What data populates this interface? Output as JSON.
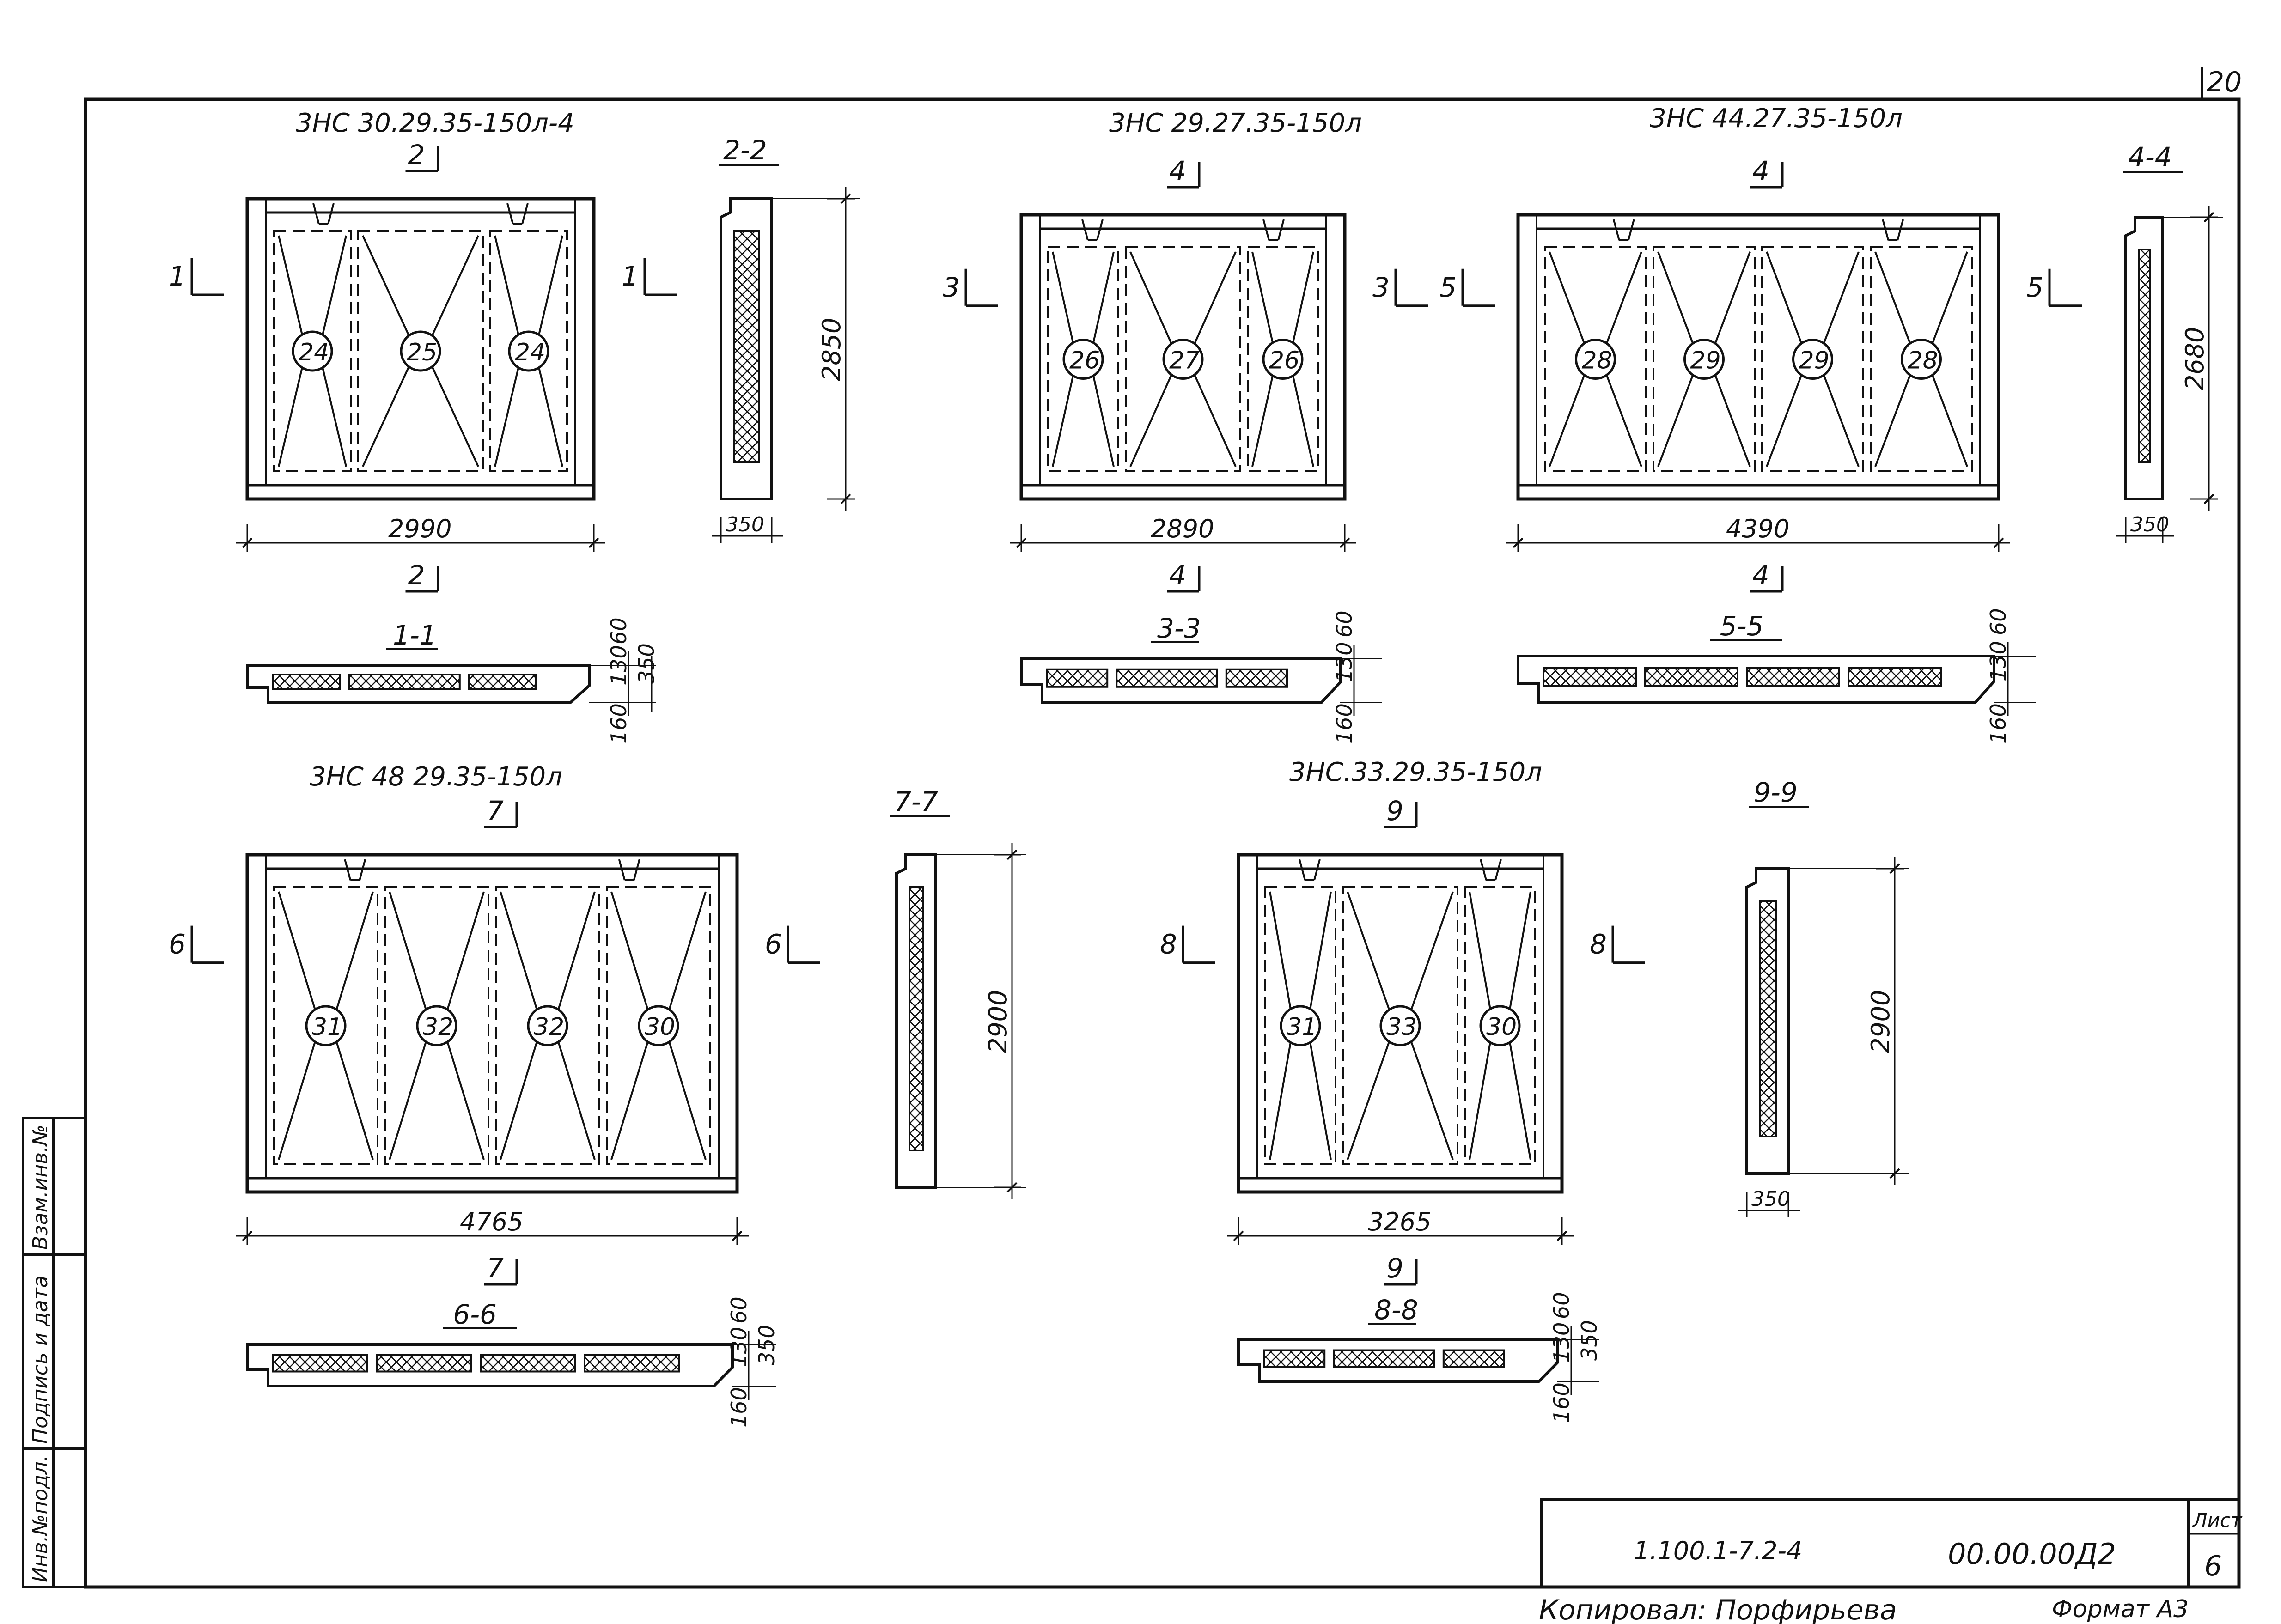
{
  "sheet": {
    "corner_number": "20",
    "code": "1.100.1-7.2-4",
    "doc_mark": "00.00.00Д2",
    "sheet_label": "Лист",
    "sheet_number": "6",
    "copied_by": "Копировал: Порфирьева",
    "format": "Формат А3",
    "side_stamp": [
      "Инв.№подл.",
      "Подпись и дата",
      "Взам.инв.№"
    ]
  },
  "panels": [
    {
      "title": "3НС 30.29.35-150л-4",
      "width_label": "2990",
      "cut_top": "2",
      "cut_bottom": "2",
      "cut_side_left": "1",
      "cut_side_right": "1",
      "bays": [
        "24",
        "25",
        "24"
      ],
      "plan_section": {
        "label": "1-1",
        "dims": [
          "60",
          "130",
          "160",
          "350"
        ]
      }
    },
    {
      "title": "3НС 29.27.35-150л",
      "width_label": "2890",
      "cut_top": "4",
      "cut_bottom": "4",
      "cut_side_left": "3",
      "cut_side_right": "3",
      "bays": [
        "26",
        "27",
        "26"
      ],
      "plan_section": {
        "label": "3-3",
        "dims": [
          "60",
          "130",
          "160"
        ]
      }
    },
    {
      "title": "3НС 44.27.35-150л",
      "width_label": "4390",
      "cut_top": "4",
      "cut_bottom": "4",
      "cut_side_left": "5",
      "cut_side_right": "5",
      "bays": [
        "28",
        "29",
        "29",
        "28"
      ],
      "plan_section": {
        "label": "5-5",
        "dims": [
          "60",
          "130",
          "160"
        ]
      }
    },
    {
      "title": "3НС 48 29.35-150л",
      "width_label": "4765",
      "cut_top": "7",
      "cut_bottom": "7",
      "cut_side_left": "6",
      "cut_side_right": "6",
      "bays": [
        "31",
        "32",
        "32",
        "30"
      ],
      "plan_section": {
        "label": "6-6",
        "dims": [
          "60",
          "130",
          "160",
          "350"
        ]
      }
    },
    {
      "title": "3НС.33.29.35-150л",
      "width_label": "3265",
      "cut_top": "9",
      "cut_bottom": "9",
      "cut_side_left": "8",
      "cut_side_right": "8",
      "bays": [
        "31",
        "33",
        "30"
      ],
      "plan_section": {
        "label": "8-8",
        "dims": [
          "60",
          "130",
          "160",
          "350"
        ]
      }
    }
  ],
  "vertical_sections": [
    {
      "label": "2-2",
      "height": "2850",
      "thickness": "350"
    },
    {
      "label": "4-4",
      "height": "2680",
      "thickness": "350"
    },
    {
      "label": "7-7",
      "height": "2900"
    },
    {
      "label": "9-9",
      "height": "2900",
      "thickness": "350"
    }
  ]
}
